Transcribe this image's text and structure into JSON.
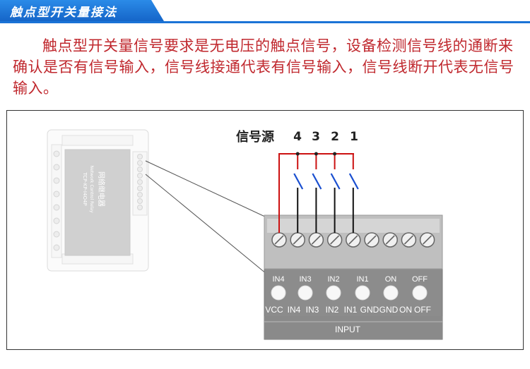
{
  "header": {
    "title": "触点型开关量接法"
  },
  "description": "触点型开关量信号要求是无电压的触点信号，设备检测信号线的通断来确认是否有信号输入，信号线接通代表有信号输入，信号线断开代表无信号输入。",
  "diagram": {
    "source_label": "信号源",
    "source_numbers": [
      "4",
      "3",
      "2",
      "1"
    ],
    "device": {
      "title": "网络继电器",
      "subtitle": "Network Control Relay",
      "model": "TCP-KP-I4O4P"
    },
    "terminal_top_labels": [
      "IN4",
      "IN3",
      "IN2",
      "IN1",
      "ON",
      "OFF"
    ],
    "terminal_bottom_labels": [
      "VCC",
      "IN4",
      "IN3",
      "IN2",
      "IN1",
      "GND",
      "GND",
      "ON",
      "OFF"
    ],
    "input_label": "INPUT",
    "colors": {
      "red": "#cc1111",
      "blue": "#1a4fd0",
      "black": "#111111",
      "terminal_gray": "#8a8a8a",
      "header_blue": "#1a73d6",
      "text_red": "#c0282e"
    }
  }
}
